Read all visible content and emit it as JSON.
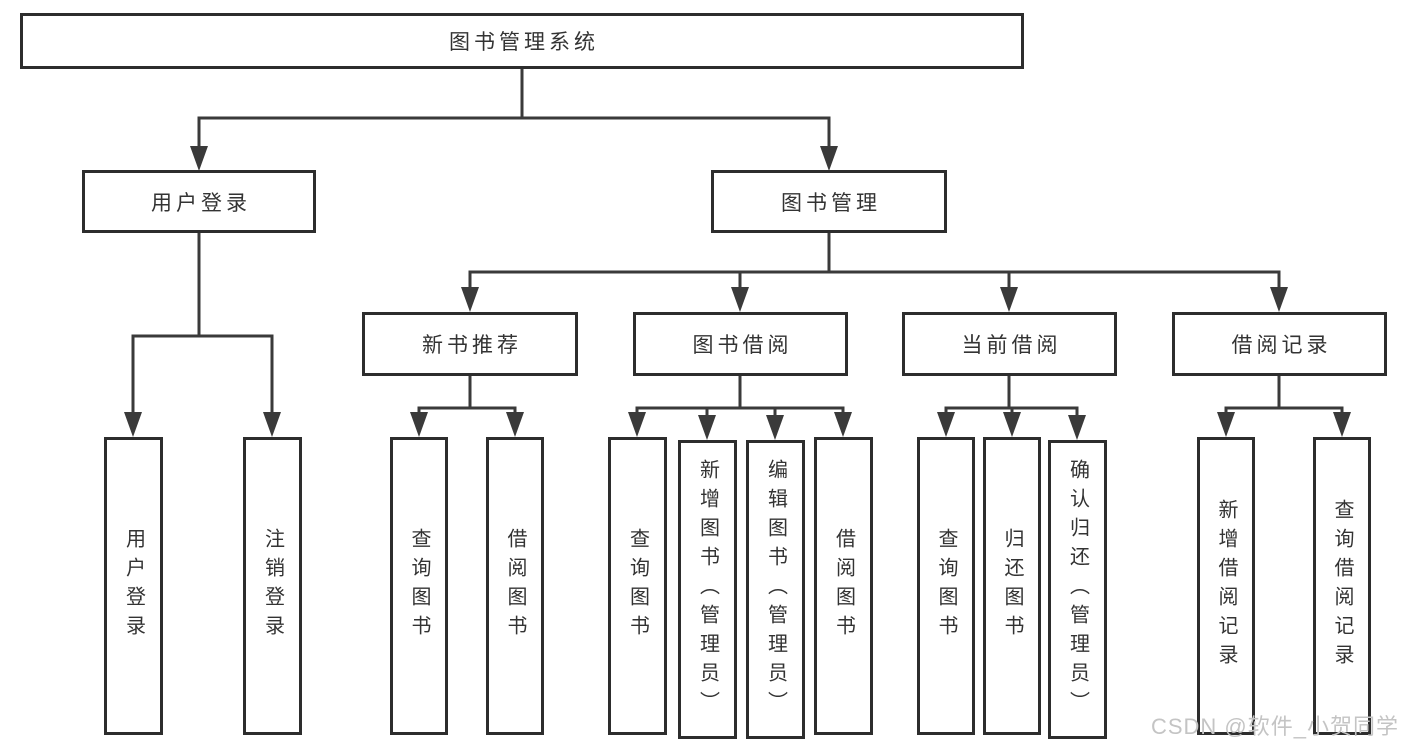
{
  "diagram": {
    "nodes": {
      "root": "图书管理系统",
      "user_login": "用户登录",
      "book_mgmt": "图书管理",
      "new_book_rec": "新书推荐",
      "book_borrow": "图书借阅",
      "current_borrow": "当前借阅",
      "borrow_record": "借阅记录",
      "ul_login": "用户登录",
      "ul_logout": "注销登录",
      "nbr_query": "查询图书",
      "nbr_borrow": "借阅图书",
      "bb_query": "查询图书",
      "bb_add": "新增图书（管理员）",
      "bb_edit": "编辑图书（管理员）",
      "bb_borrow": "借阅图书",
      "cb_query": "查询图书",
      "cb_return": "归还图书",
      "cb_confirm": "确认归还（管理员）",
      "br_add": "新增借阅记录",
      "br_query": "查询借阅记录"
    },
    "hierarchy": {
      "图书管理系统": {
        "用户登录": [
          "用户登录",
          "注销登录"
        ],
        "图书管理": {
          "新书推荐": [
            "查询图书",
            "借阅图书"
          ],
          "图书借阅": [
            "查询图书",
            "新增图书（管理员）",
            "编辑图书（管理员）",
            "借阅图书"
          ],
          "当前借阅": [
            "查询图书",
            "归还图书",
            "确认归还（管理员）"
          ],
          "借阅记录": [
            "新增借阅记录",
            "查询借阅记录"
          ]
        }
      }
    },
    "colors": {
      "line": "#3a3a3a",
      "box_border": "#2d2d2d",
      "box_fill": "#ffffff",
      "text": "#333333",
      "background": "#ffffff",
      "watermark": "#c4c4c4"
    }
  },
  "watermark": {
    "text": "CSDN @软件_小贺同学"
  }
}
